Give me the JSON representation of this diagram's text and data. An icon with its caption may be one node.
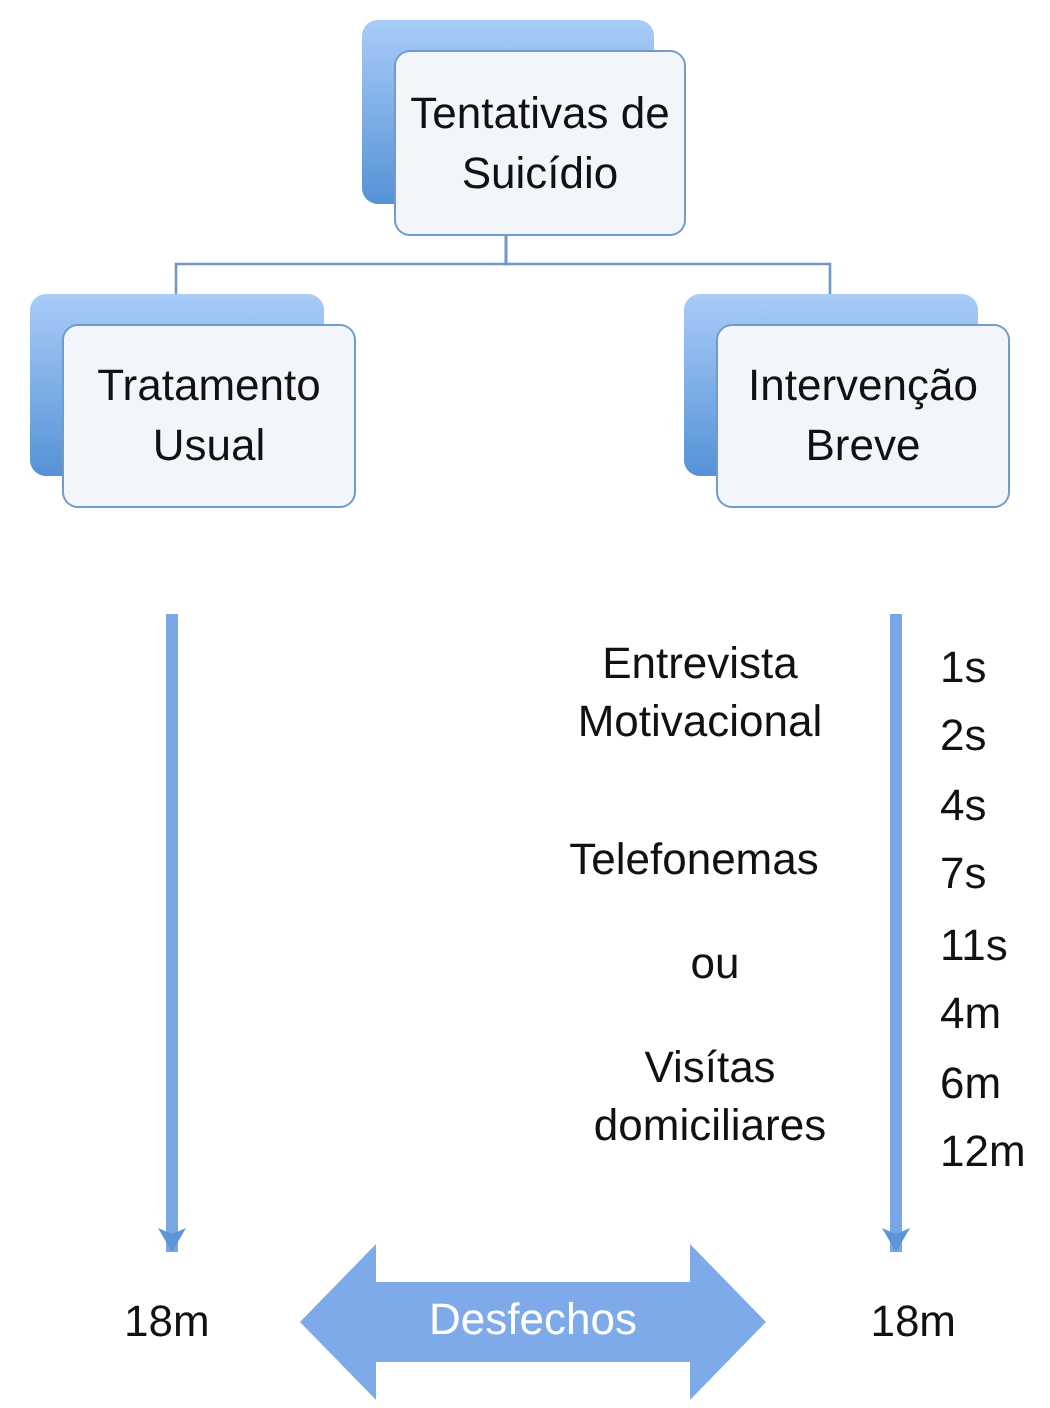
{
  "diagram": {
    "nodes": [
      {
        "text": [
          "Tentativas de Suicídio"
        ]
      },
      {
        "text": [
          "Tratamento Usual"
        ]
      },
      {
        "text": [
          "Intervenção Breve"
        ]
      },
      {
        "text": [
          "18m"
        ]
      },
      {
        "text": [
          "18m"
        ]
      }
    ],
    "edges": [
      {
        "from": 0,
        "to": 1,
        "arrow": "none"
      },
      {
        "from": 0,
        "to": 2,
        "arrow": "none"
      },
      {
        "from": null,
        "to": 3,
        "arrow": "to"
      },
      {
        "from": null,
        "to": 4,
        "arrow": "to"
      },
      {
        "from": 3,
        "to": 4,
        "arrow": "both",
        "label": "Desfechos",
        "style": "thick"
      }
    ],
    "labels": [
      "Entrevista Motivacional",
      "Telefonemas",
      "ou",
      "Visítas domiciliares",
      "1s",
      "2s",
      "4s",
      "7s",
      "11s",
      "4m",
      "6m",
      "12m"
    ]
  }
}
